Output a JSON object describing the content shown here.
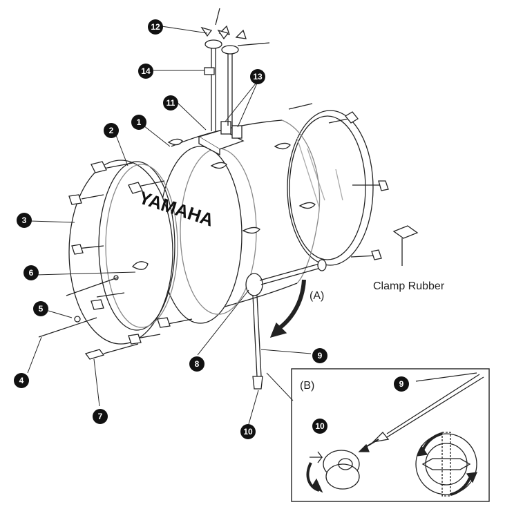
{
  "brand": "YAMAHA",
  "labels": {
    "clamp_rubber": "Clamp Rubber",
    "view_a": "(A)",
    "view_b": "(B)"
  },
  "callouts": [
    "1",
    "2",
    "3",
    "4",
    "5",
    "6",
    "7",
    "8",
    "9",
    "10",
    "11",
    "12",
    "13",
    "14"
  ],
  "colors": {
    "line": "#222222",
    "callout_bg": "#111111",
    "callout_text": "#ffffff"
  }
}
